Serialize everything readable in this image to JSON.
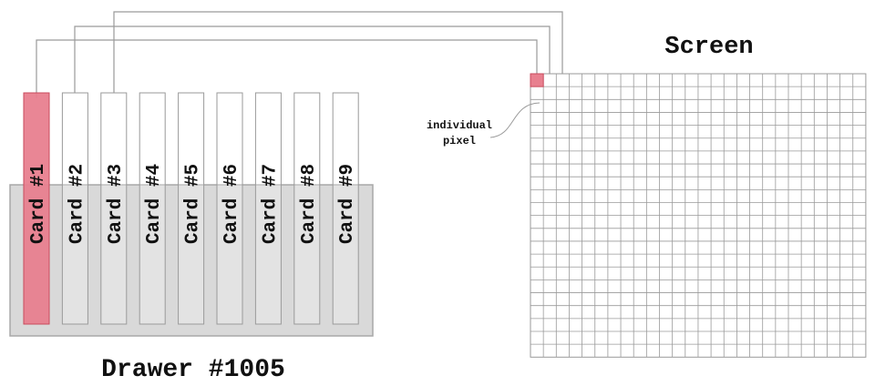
{
  "screen": {
    "title": "Screen",
    "cols": 26,
    "rows": 22
  },
  "drawer": {
    "label": "Drawer #1005"
  },
  "cards": [
    {
      "label": "Card #1",
      "selected": true
    },
    {
      "label": "Card #2",
      "selected": false
    },
    {
      "label": "Card #3",
      "selected": false
    },
    {
      "label": "Card #4",
      "selected": false
    },
    {
      "label": "Card #5",
      "selected": false
    },
    {
      "label": "Card #6",
      "selected": false
    },
    {
      "label": "Card #7",
      "selected": false
    },
    {
      "label": "Card #8",
      "selected": false
    },
    {
      "label": "Card #9",
      "selected": false
    }
  ],
  "annotation": {
    "line1": "individual",
    "line2": "pixel"
  },
  "colors": {
    "selected_fill": "#e8808f",
    "selected_stroke": "#c94a5c",
    "drawer_fill": "#d9d9d9",
    "drawer_stroke": "#a8a8a8",
    "grid_stroke": "#9a9a9a",
    "connector_stroke": "#9a9a9a"
  }
}
